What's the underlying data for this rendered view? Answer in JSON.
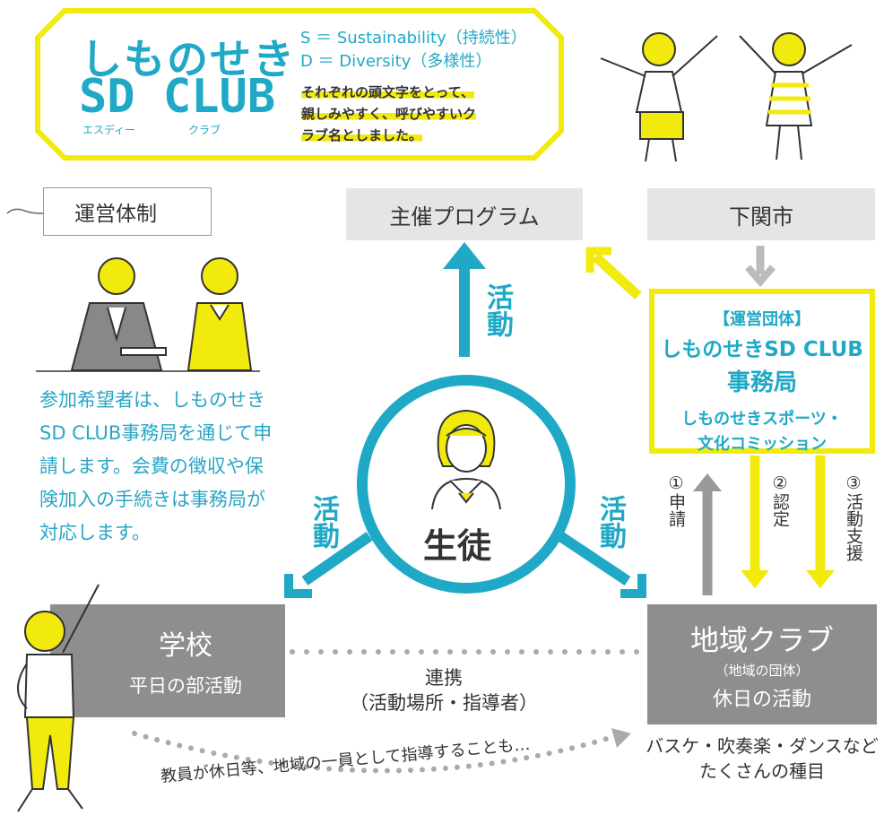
{
  "logo": {
    "title": "しものせき",
    "club": "SD CLUB",
    "ruby_left": "エスディー",
    "ruby_right": "クラブ",
    "def_s": "S ＝ Sustainability（持続性）",
    "def_d": "D ＝ Diversity（多様性）",
    "note_1": "それぞれの頭文字をとって、",
    "note_2": "親しみやすく、呼びやすいク",
    "note_3": "ラブ名としました。"
  },
  "structure": {
    "heading": "運営体制",
    "description": "参加希望者は、しものせきSD CLUB事務局を通じて申請します。会費の徴収や保険加入の手続きは事務局が対応します。"
  },
  "nodes": {
    "program": "主催プログラム",
    "city": "下関市",
    "student": "生徒",
    "school_title": "学校",
    "school_sub": "平日の部活動",
    "club_title": "地域クラブ",
    "club_paren": "（地域の団体）",
    "club_sub": "休日の活動",
    "club_genres": "バスケ・吹奏楽・ダンスなどたくさんの種目"
  },
  "org": {
    "tag": "【運営団体】",
    "name_1": "しものせきSD CLUB",
    "name_2": "事務局",
    "sub_1": "しものせきスポーツ・",
    "sub_2": "文化コミッション"
  },
  "labels": {
    "activity": "活動",
    "step1": "①申請",
    "step2": "②認定",
    "step3": "③活動支援",
    "coop_1": "連携",
    "coop_2": "（活動場所・指導者）",
    "teacher_note": "教員が休日等、地域の一員として指導することも…"
  },
  "colors": {
    "cyan": "#1fa9c6",
    "yellow": "#f2ea0c",
    "gray_light": "#e5e5e5",
    "gray_dark": "#8e8e8e"
  }
}
